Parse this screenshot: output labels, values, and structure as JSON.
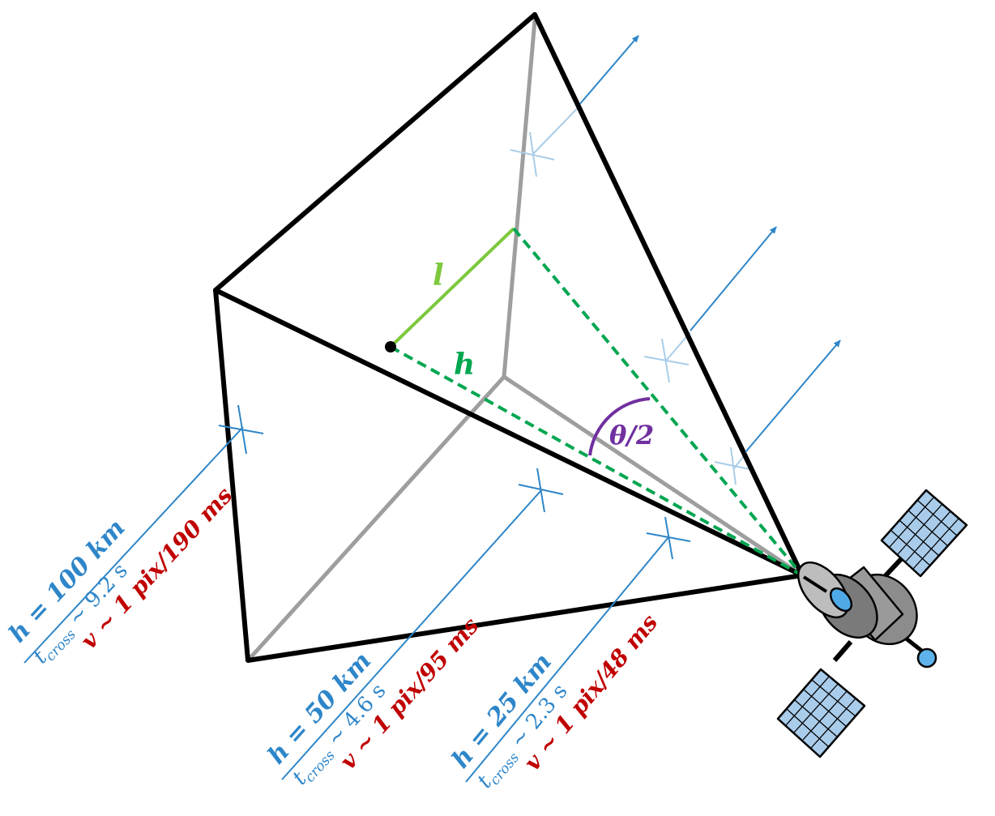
{
  "colors": {
    "blue": "#2E86C9",
    "red": "#C00000",
    "black": "#000000",
    "gray": "#9E9E9E",
    "green": "#00A650",
    "light_green": "#7DC83D",
    "purple": "#7030A0",
    "panel_blue": "#A9CCEB",
    "faint_blue": "#A9CDE8"
  },
  "icons": {
    "satellite": "satellite-icon"
  },
  "labels": {
    "l": "l",
    "h": "h",
    "theta": "θ/2"
  },
  "annotations": [
    {
      "height": "h = 100 km",
      "tcross_sym": "t",
      "tcross_sub": "cross",
      "tcross_val": " ~ 9.2 s",
      "velocity": "v ~ 1 pix/190 ms"
    },
    {
      "height": "h = 50 km",
      "tcross_sym": "t",
      "tcross_sub": "cross",
      "tcross_val": " ~ 4.6 s",
      "velocity": "v ~ 1 pix/95 ms"
    },
    {
      "height": "h = 25 km",
      "tcross_sym": "t",
      "tcross_sub": "cross",
      "tcross_val": " ~ 2.3 s",
      "velocity": "v ~ 1 pix/48 ms"
    }
  ]
}
